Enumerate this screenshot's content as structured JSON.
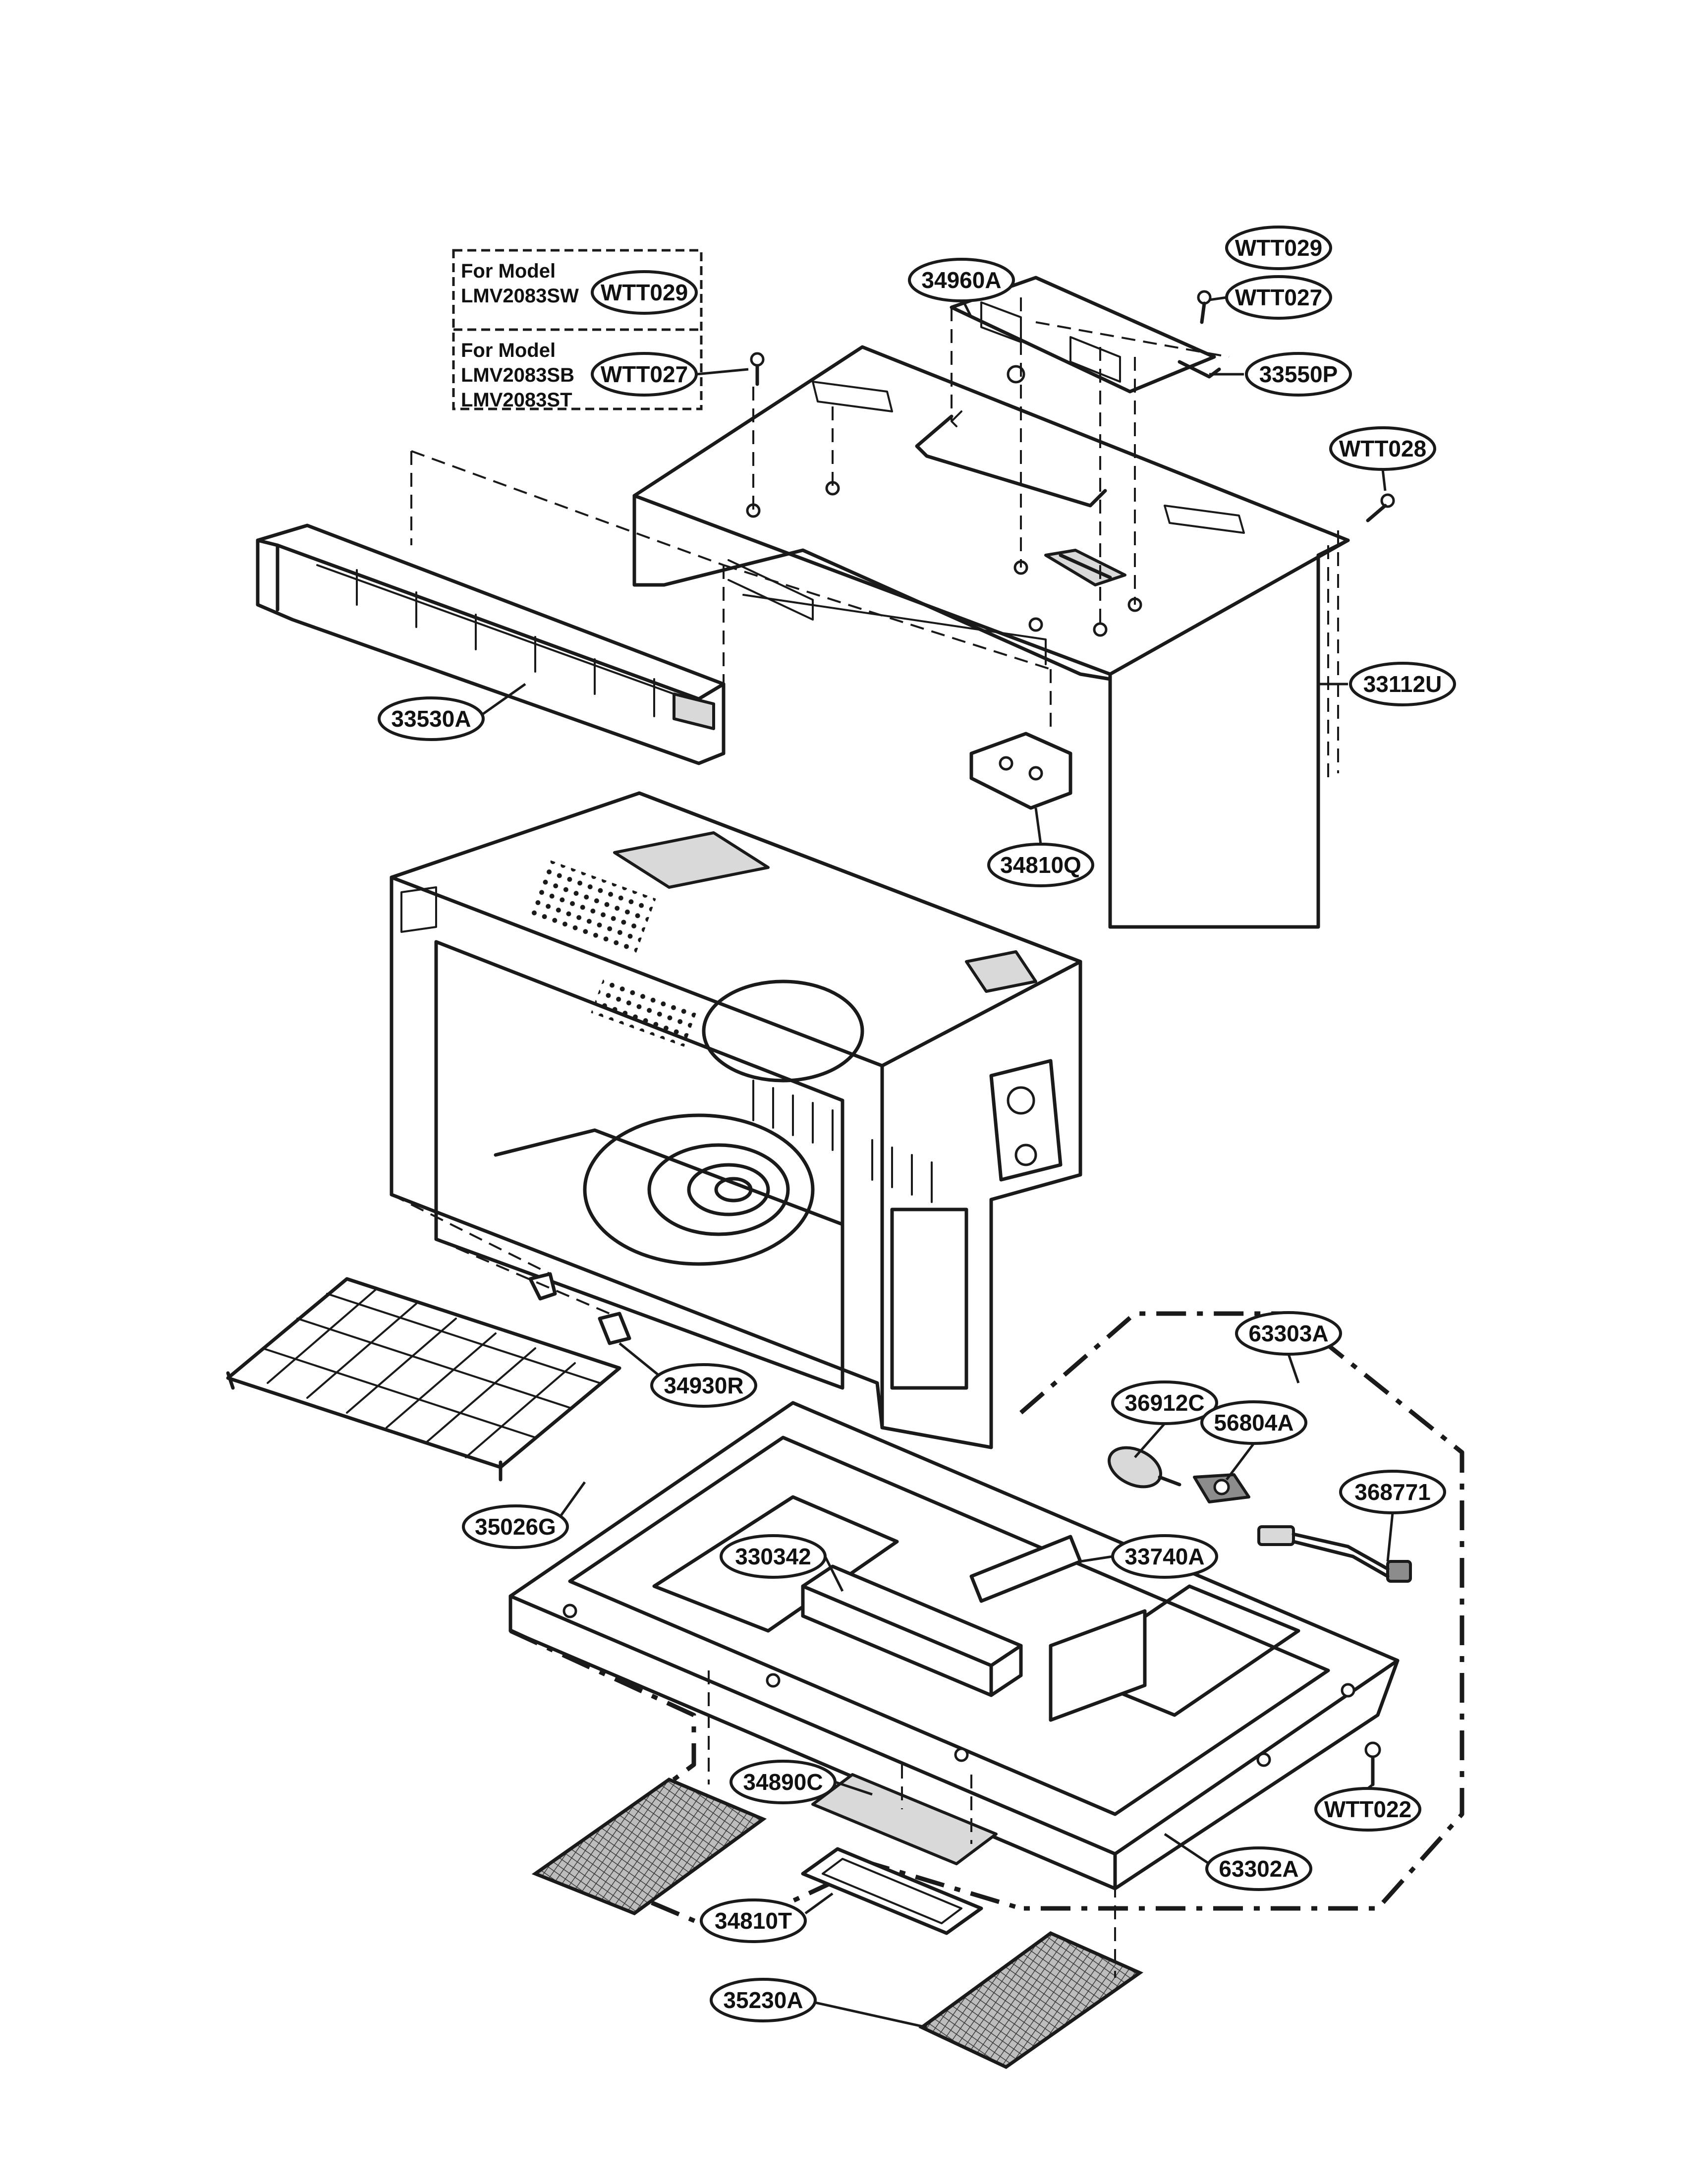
{
  "model_note": {
    "row1": {
      "label_line1": "For Model",
      "label_line2": "LMV2083SW",
      "part": "WTT029"
    },
    "row2": {
      "label_line1": "For Model",
      "label_line2": "LMV2083SB",
      "label_line3": "LMV2083ST",
      "part": "WTT027"
    }
  },
  "callouts": [
    {
      "id": "34960A",
      "label": "34960A"
    },
    {
      "id": "WTT029",
      "label": "WTT029"
    },
    {
      "id": "WTT027",
      "label": "WTT027"
    },
    {
      "id": "33550P",
      "label": "33550P"
    },
    {
      "id": "WTT028",
      "label": "WTT028"
    },
    {
      "id": "33530A",
      "label": "33530A"
    },
    {
      "id": "33112U",
      "label": "33112U"
    },
    {
      "id": "34810Q",
      "label": "34810Q"
    },
    {
      "id": "34930R",
      "label": "34930R"
    },
    {
      "id": "63303A",
      "label": "63303A"
    },
    {
      "id": "36912C",
      "label": "36912C"
    },
    {
      "id": "56804A",
      "label": "56804A"
    },
    {
      "id": "368771",
      "label": "368771"
    },
    {
      "id": "35026G",
      "label": "35026G"
    },
    {
      "id": "330342",
      "label": "330342"
    },
    {
      "id": "33740A",
      "label": "33740A"
    },
    {
      "id": "34890C",
      "label": "34890C"
    },
    {
      "id": "WTT022",
      "label": "WTT022"
    },
    {
      "id": "63302A",
      "label": "63302A"
    },
    {
      "id": "34810T",
      "label": "34810T"
    },
    {
      "id": "35230A",
      "label": "35230A"
    }
  ]
}
